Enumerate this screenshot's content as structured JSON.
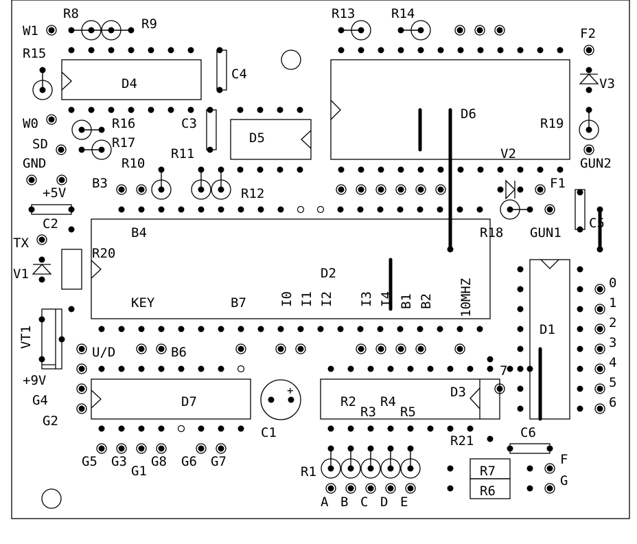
{
  "title": "PCB silkscreen component layout",
  "colors": {
    "ink": "#000000",
    "background": "#ffffff"
  },
  "labels": {
    "W1": "W1",
    "R8": "R8",
    "R9": "R9",
    "R13": "R13",
    "R14": "R14",
    "F2": "F2",
    "R15": "R15",
    "D4": "D4",
    "C4": "C4",
    "V3": "V3",
    "D6": "D6",
    "R19": "R19",
    "W0": "W0",
    "R16": "R16",
    "C3": "C3",
    "D5": "D5",
    "SD": "SD",
    "R17": "R17",
    "R11": "R11",
    "V2": "V2",
    "GUN2": "GUN2",
    "GND": "GND",
    "R10": "R10",
    "B3": "B3",
    "R12": "R12",
    "F1": "F1",
    "+5V": "+5V",
    "C2": "C2",
    "R18": "R18",
    "GUN1": "GUN1",
    "C5": "C5",
    "B4": "B4",
    "TX": "TX",
    "R20": "R20",
    "V1": "V1",
    "D2": "D2",
    "KEY": "KEY",
    "B7": "B7",
    "I0": "I0",
    "I1": "I1",
    "I2": "I2",
    "I3": "I3",
    "I4": "I4",
    "B1": "B1",
    "B2": "B2",
    "10MHZ": "10MHZ",
    "D1": "D1",
    "VT1": "VT1",
    "U/D": "U/D",
    "B6": "B6",
    "+9V": "+9V",
    "G4": "G4",
    "G2": "G2",
    "D7": "D7",
    "C1": "C1",
    "C1plus": "+",
    "R2": "R2",
    "R3": "R3",
    "R4": "R4",
    "R5": "R5",
    "D3": "D3",
    "7": "7",
    "R21": "R21",
    "C6": "C6",
    "R1": "R1",
    "R7": "R7",
    "R6": "R6",
    "F": "F",
    "G": "G",
    "G5": "G5",
    "G3": "G3",
    "G1": "G1",
    "G8": "G8",
    "G6": "G6",
    "G7": "G7",
    "A": "A",
    "B": "B",
    "C": "C",
    "D": "D",
    "E": "E"
  },
  "segment_labels": [
    "0",
    "1",
    "2",
    "3",
    "4",
    "5",
    "6"
  ]
}
